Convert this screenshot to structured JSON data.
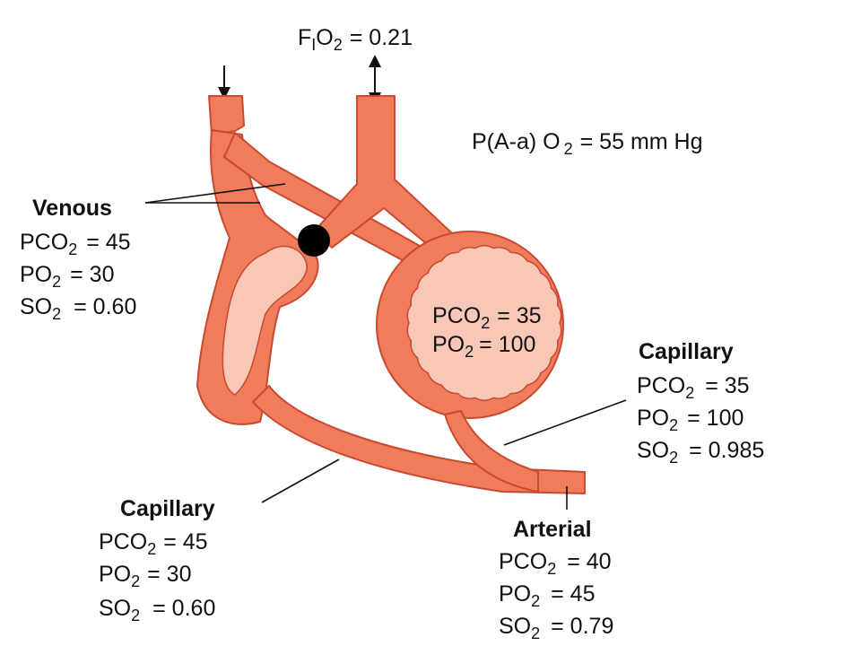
{
  "inspired": {
    "f": "F",
    "i": "I",
    "o2": "O",
    "o2_sub": "2",
    "value": "= 0.21"
  },
  "aa_gradient": {
    "text": "P(A-a) O",
    "sub": "2",
    "value": "= 55 mm Hg"
  },
  "venous": {
    "title": "Venous",
    "rows": [
      {
        "prefix": "PCO",
        "sub": "2",
        "value": "= 45"
      },
      {
        "prefix": "PO",
        "sub": "2",
        "value": "= 30"
      },
      {
        "prefix": "SO",
        "sub": "2",
        "value": "= 0.60"
      }
    ]
  },
  "alveolus": {
    "rows": [
      {
        "prefix": "PCO",
        "sub": "2",
        "value": "= 35"
      },
      {
        "prefix": "PO",
        "sub": "2",
        "value": "= 100"
      }
    ]
  },
  "capillary_right": {
    "title": "Capillary",
    "rows": [
      {
        "prefix": "PCO",
        "sub": "2",
        "value": "= 35"
      },
      {
        "prefix": "PO",
        "sub": "2",
        "value": "= 100"
      },
      {
        "prefix": "SO",
        "sub": "2",
        "value": "= 0.985"
      }
    ]
  },
  "capillary_left": {
    "title": "Capillary",
    "rows": [
      {
        "prefix": "PCO",
        "sub": "2",
        "value": "= 45"
      },
      {
        "prefix": "PO",
        "sub": "2",
        "value": "= 30"
      },
      {
        "prefix": "SO",
        "sub": "2",
        "value": "= 0.60"
      }
    ]
  },
  "arterial": {
    "title": "Arterial",
    "rows": [
      {
        "prefix": "PCO",
        "sub": "2",
        "value": "= 40"
      },
      {
        "prefix": "PO",
        "sub": "2",
        "value": "= 45"
      },
      {
        "prefix": "SO",
        "sub": "2",
        "value": "= 0.79"
      }
    ]
  },
  "colors": {
    "vessel": "#f07c5c",
    "vessel_stroke": "#c84a30",
    "alveolus_fill": "#f8c7b6",
    "obstruction": "#000000"
  }
}
